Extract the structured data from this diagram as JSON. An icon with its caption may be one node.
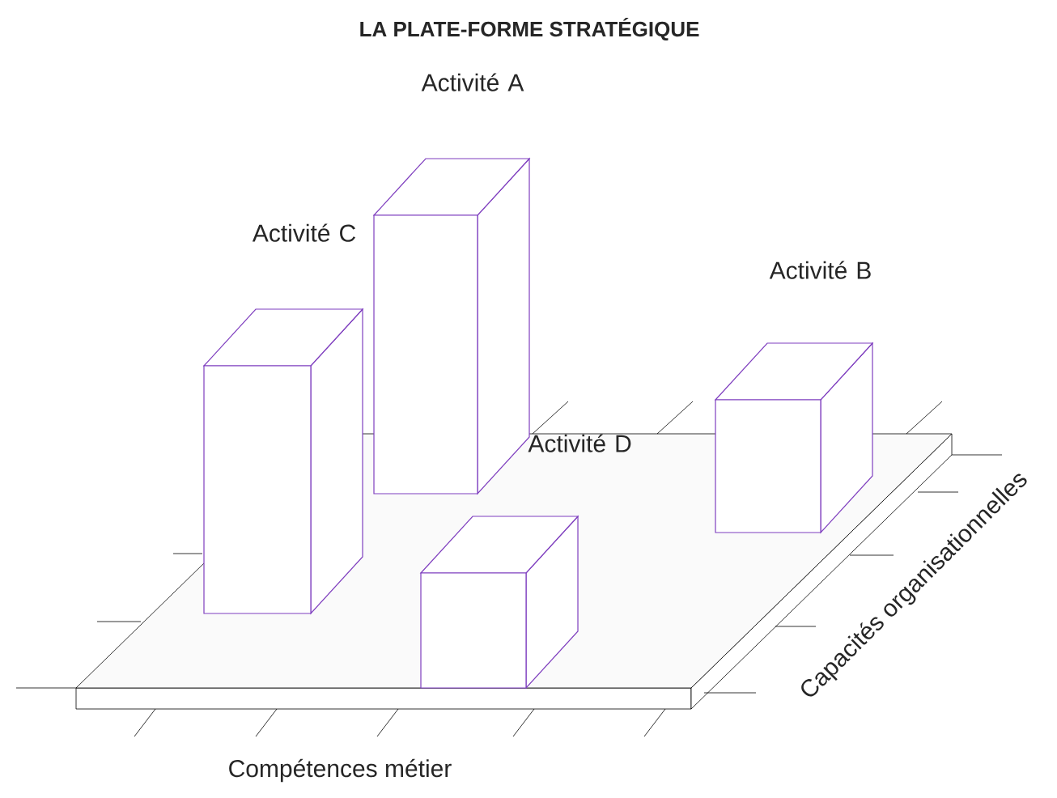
{
  "diagram": {
    "title": "LA PLATE-FORME STRATÉGIQUE",
    "nodes": [
      {
        "text": [
          "Activité A"
        ]
      },
      {
        "text": [
          "Activité C"
        ]
      },
      {
        "text": [
          "Activité B"
        ]
      },
      {
        "text": [
          "Activité D"
        ]
      }
    ],
    "labels": [
      "Compétences métier",
      "Capacités organisationnelles"
    ]
  }
}
